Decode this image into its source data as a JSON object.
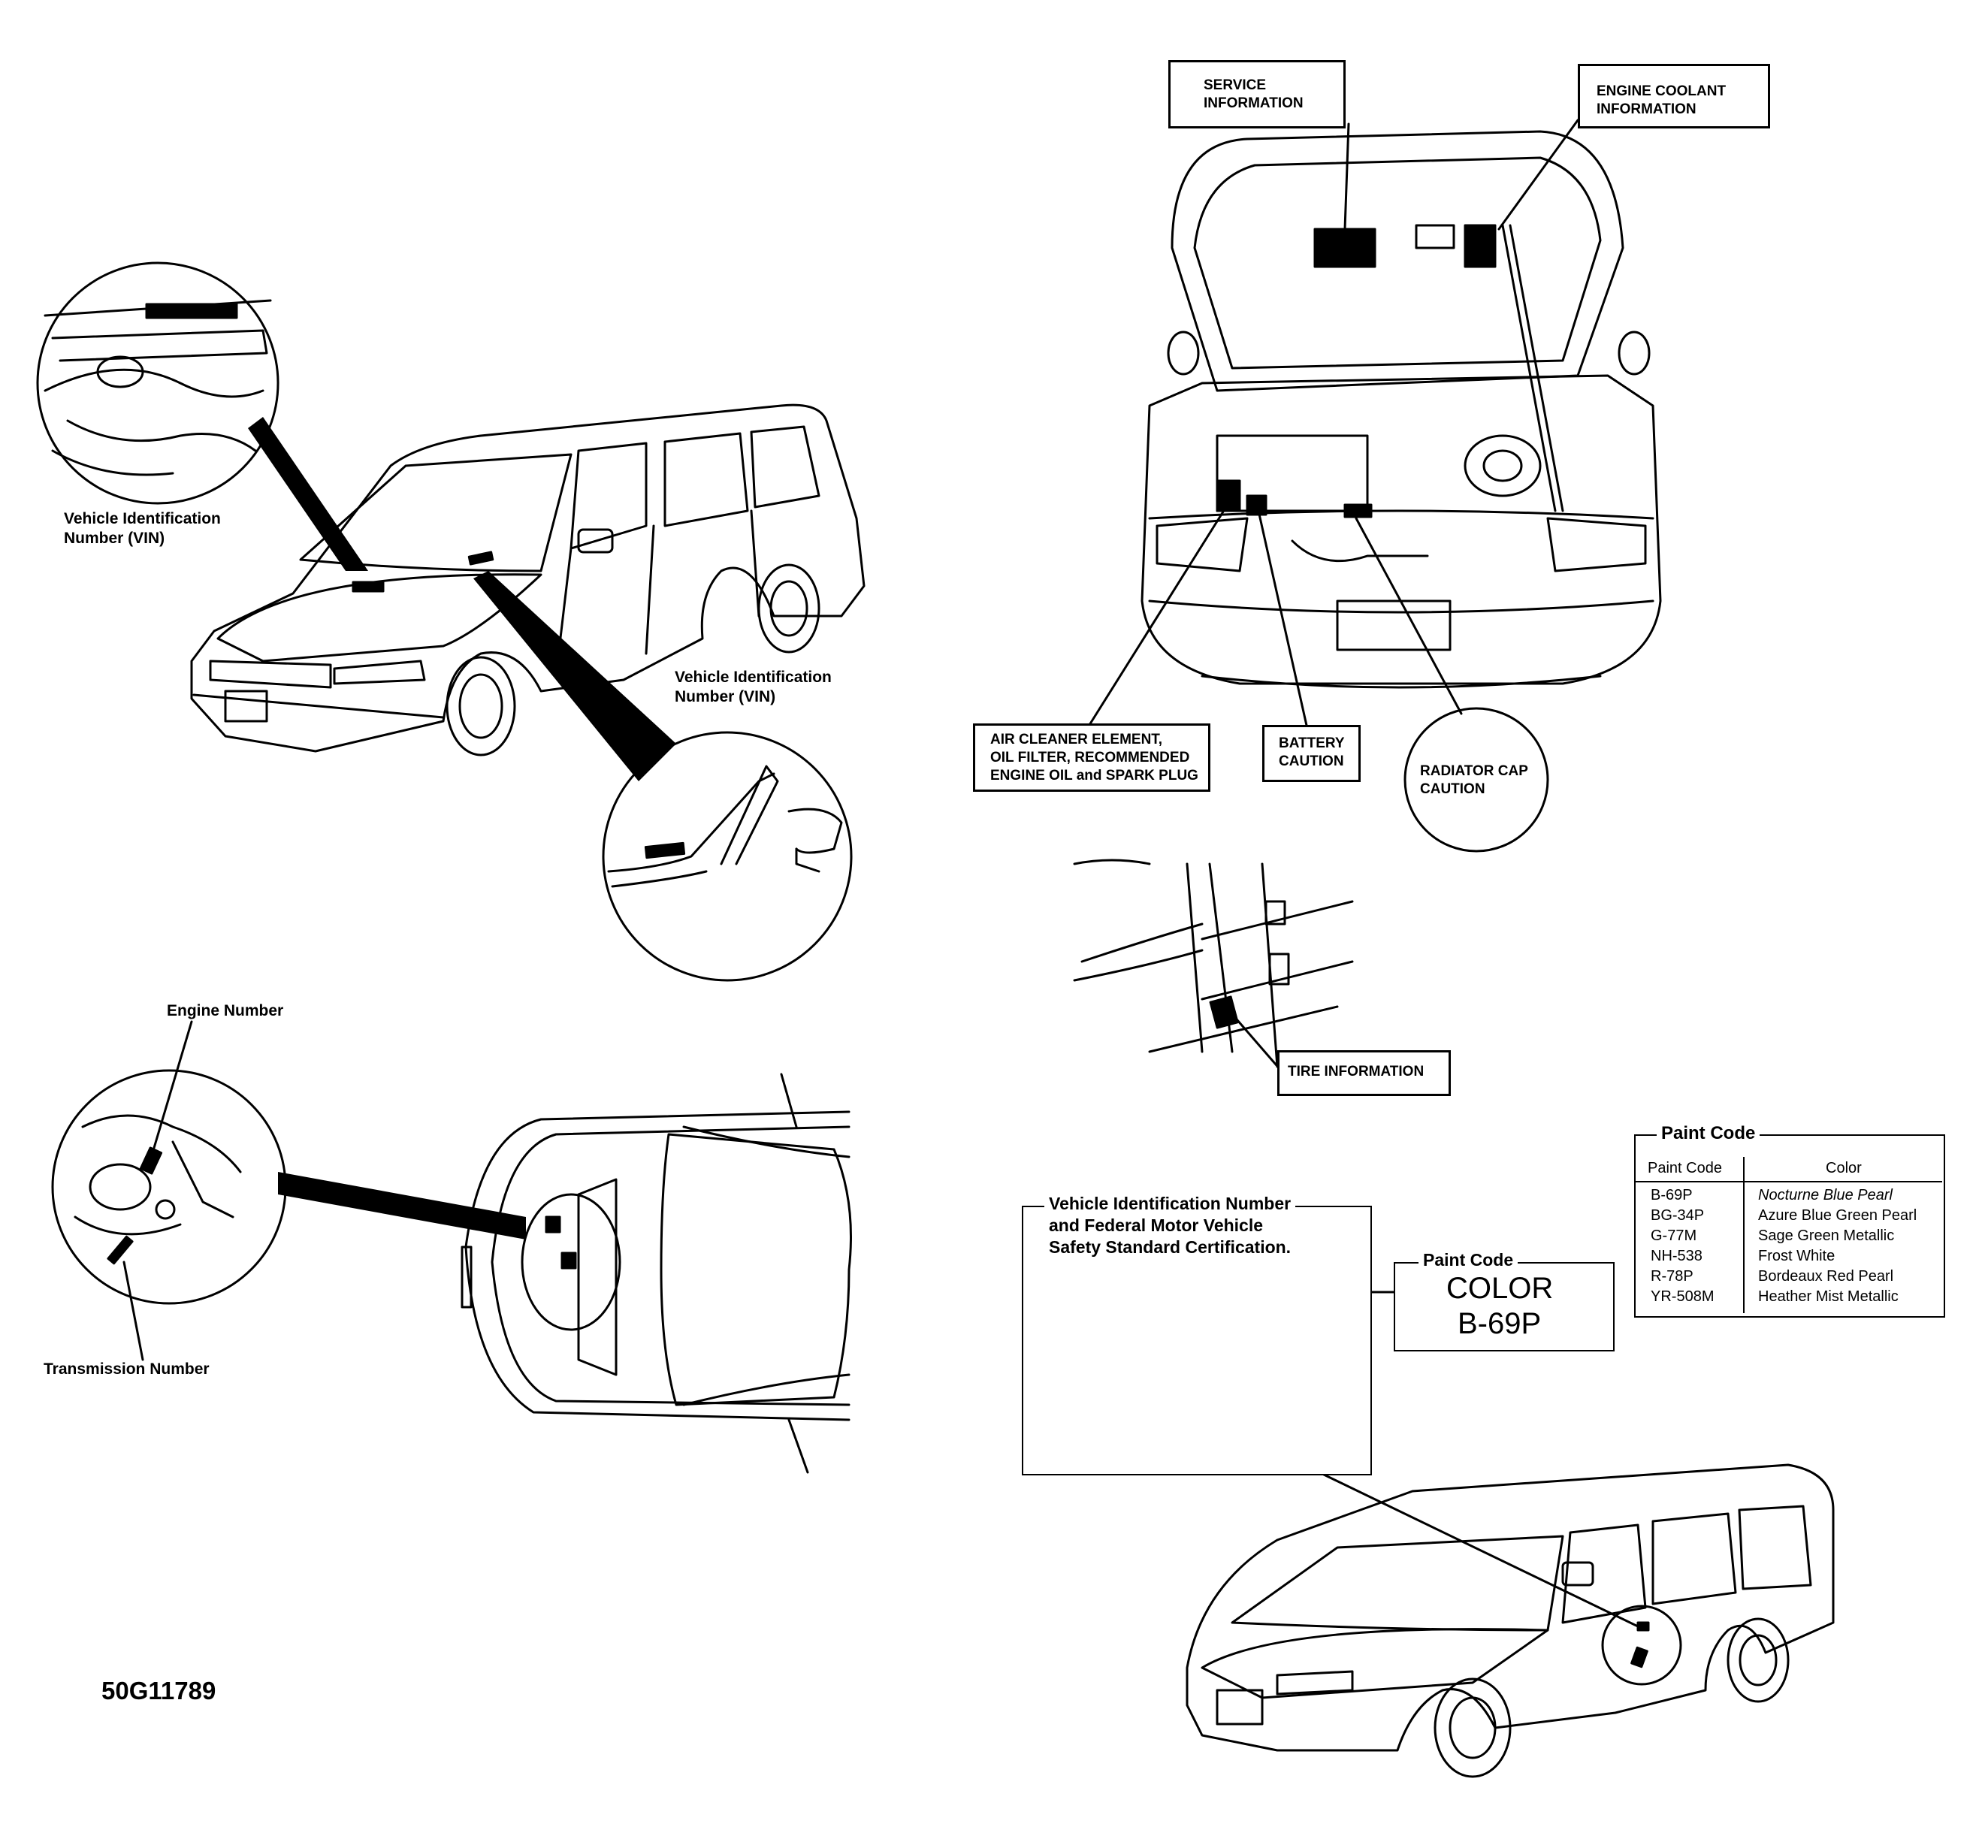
{
  "labels": {
    "vin_top": "Vehicle Identification\nNumber (VIN)",
    "vin_mid": "Vehicle Identification\nNumber (VIN)",
    "engine_number": "Engine Number",
    "transmission_number": "Transmission Number",
    "figure_id": "50G11789",
    "service_information": "SERVICE\nINFORMATION",
    "engine_coolant_information": "ENGINE COOLANT\nINFORMATION",
    "air_cleaner": "AIR CLEANER ELEMENT,\nOIL FILTER, RECOMMENDED\nENGINE OIL and SPARK PLUG",
    "battery_caution": "BATTERY\nCAUTION",
    "radiator_cap_caution": "RADIATOR CAP\nCAUTION",
    "tire_information": "TIRE INFORMATION",
    "vin_fmvss": "Vehicle Identification Number\nand Federal Motor Vehicle\nSafety Standard Certification.",
    "paint_code_sticker_title": "Paint Code",
    "paint_code_sticker_color": "COLOR",
    "paint_code_sticker_value": "B-69P"
  },
  "paint_code_table": {
    "title": "Paint Code",
    "headers": [
      "Paint Code",
      "Color"
    ],
    "rows": [
      {
        "code": "B-69P",
        "color": "Nocturne Blue Pearl"
      },
      {
        "code": "BG-34P",
        "color": "Azure Blue Green Pearl"
      },
      {
        "code": "G-77M",
        "color": "Sage Green Metallic"
      },
      {
        "code": "NH-538",
        "color": "Frost White"
      },
      {
        "code": "R-78P",
        "color": "Bordeaux Red Pearl"
      },
      {
        "code": "YR-508M",
        "color": "Heather Mist Metallic"
      }
    ]
  }
}
